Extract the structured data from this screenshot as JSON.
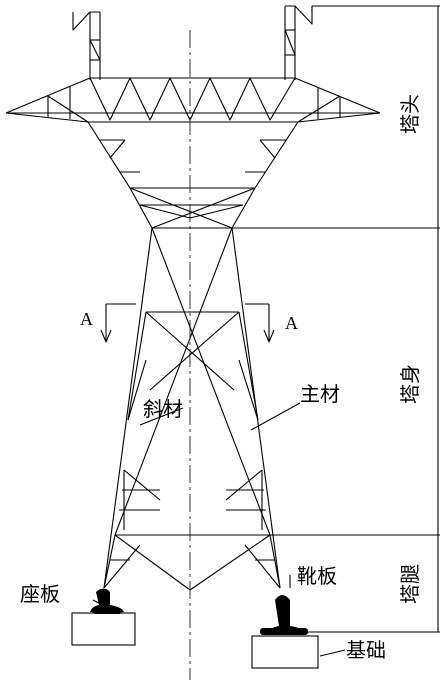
{
  "sections": {
    "head": "塔头",
    "body": "塔身",
    "leg": "塔腿"
  },
  "section_markers": {
    "left": "A",
    "right": "A"
  },
  "labels": {
    "diagonal": "斜材",
    "main_member": "主材",
    "base_plate": "座板",
    "boot_plate": "靴板",
    "foundation": "基础"
  }
}
